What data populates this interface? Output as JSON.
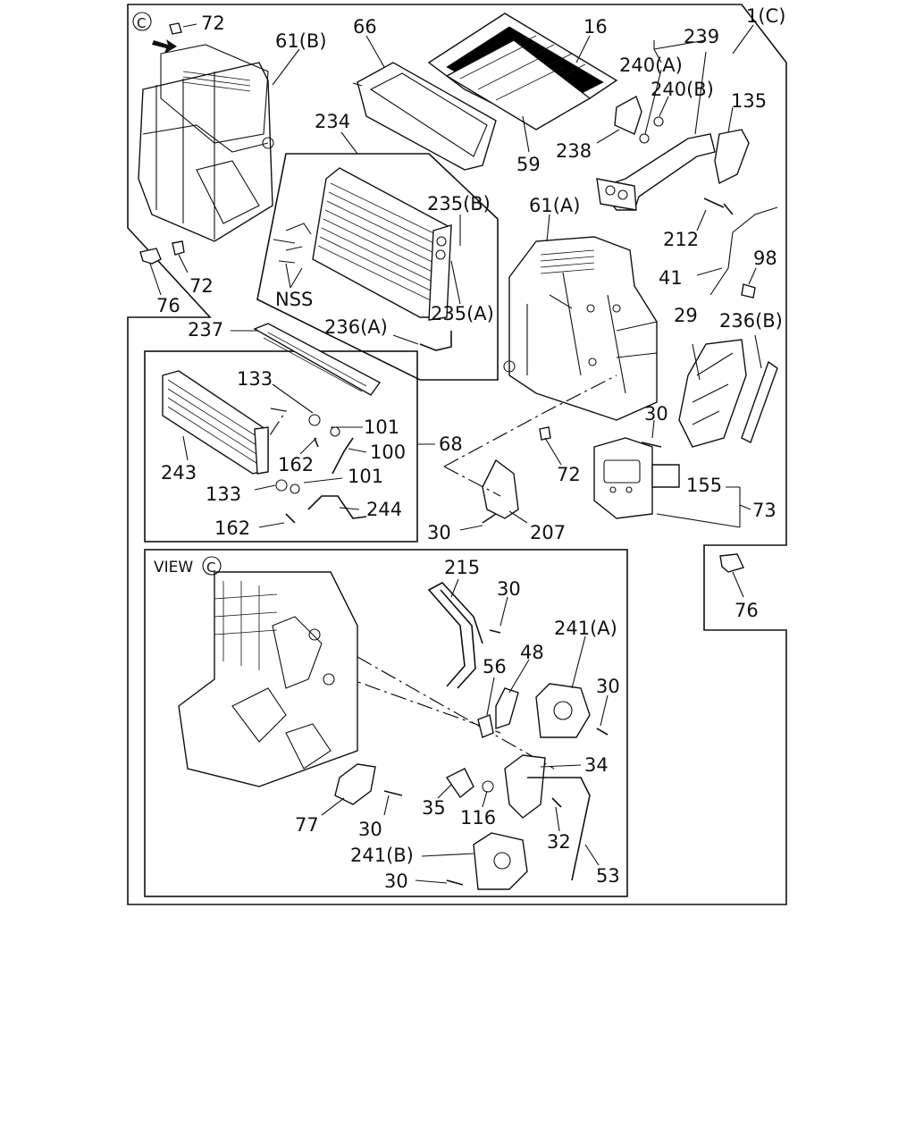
{
  "title_group": "1(C)",
  "view_marker": "C",
  "view_label": "VIEW",
  "callouts": {
    "c72_top": "72",
    "c61b": "61(B)",
    "c66": "66",
    "c16": "16",
    "c239": "239",
    "c240a": "240(A)",
    "c240b": "240(B)",
    "c135": "135",
    "c234": "234",
    "c238": "238",
    "c59": "59",
    "c235b": "235(B)",
    "c61a": "61(A)",
    "c212": "212",
    "c98": "98",
    "c41": "41",
    "c72_left": "72",
    "c76_left": "76",
    "cnss": "NSS",
    "c235a": "235(A)",
    "c236a": "236(A)",
    "c237": "237",
    "c29": "29",
    "c236b": "236(B)",
    "c133_top": "133",
    "c101_top": "101",
    "c100": "100",
    "c68": "68",
    "c30_mid": "30",
    "c243": "243",
    "c162_top": "162",
    "c101_bot": "101",
    "c133_bot": "133",
    "c244": "244",
    "c162_bot": "162",
    "c72_mid": "72",
    "c155": "155",
    "c73": "73",
    "c30_lower": "30",
    "c207": "207",
    "c76_right": "76",
    "c215": "215",
    "c30_v1": "30",
    "c241a": "241(A)",
    "c56": "56",
    "c48": "48",
    "c30_v2": "30",
    "c34": "34",
    "c35": "35",
    "c116": "116",
    "c77": "77",
    "c30_v3": "30",
    "c32": "32",
    "c241b": "241(B)",
    "c53": "53",
    "c30_v4": "30"
  }
}
